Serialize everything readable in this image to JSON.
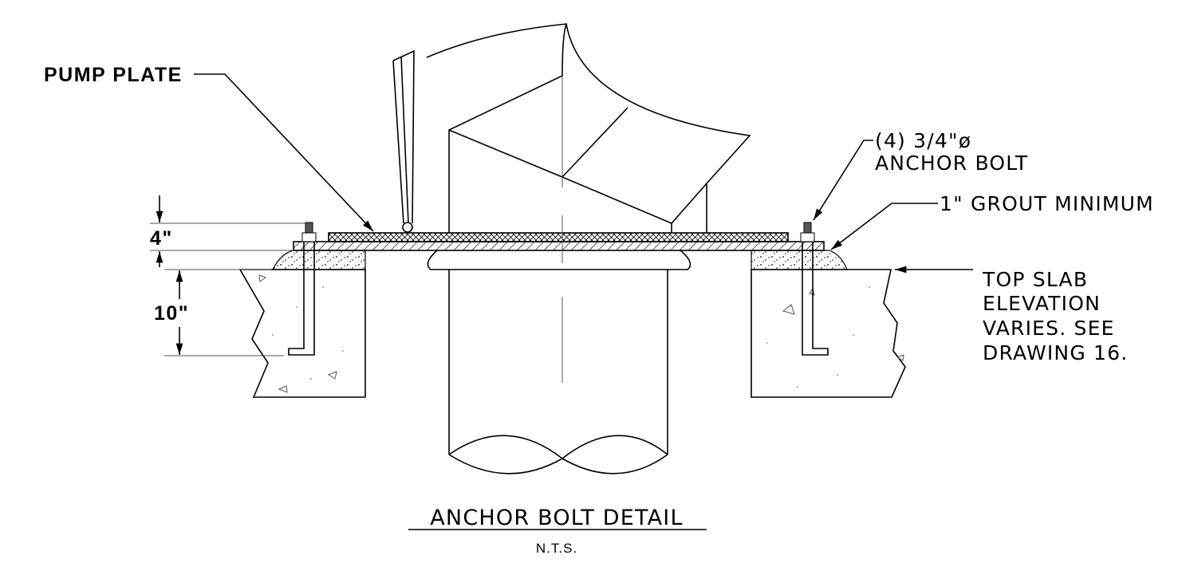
{
  "labels": {
    "pump_plate": "PUMP PLATE",
    "anchor_bolt_line1": "(4) 3/4\"ø",
    "anchor_bolt_line2": "ANCHOR BOLT",
    "grout": "1\" GROUT MINIMUM",
    "top_slab_line1": "TOP SLAB",
    "top_slab_line2": "ELEVATION",
    "top_slab_line3": "VARIES. SEE",
    "top_slab_line4": "DRAWING 16.",
    "dim_plate": "4\"",
    "dim_embed": "10\""
  },
  "title": {
    "main": "ANCHOR BOLT DETAIL",
    "scale": "N.T.S."
  },
  "colors": {
    "line": "#000000",
    "background": "#ffffff"
  }
}
